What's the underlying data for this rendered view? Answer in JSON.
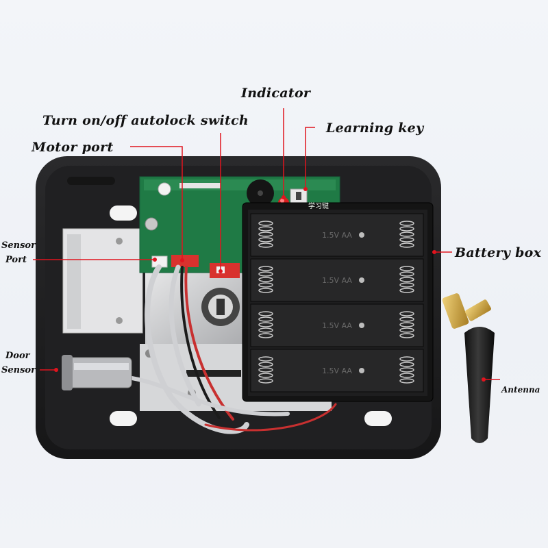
{
  "labels": {
    "indicator": "Indicator",
    "autolock_switch": "Turn on/off autolock switch",
    "learning_key": "Learning key",
    "motor_port": "Motor port",
    "sensor_port_line1": "Sensor",
    "sensor_port_line2": "Port",
    "battery_box": "Battery box",
    "door_sensor_line1": "Door",
    "door_sensor_line2": "Sensor",
    "antenna": "Antenna"
  },
  "board": {
    "learning_key_chinese": "学习键"
  },
  "battery_cells": [
    "1.5V AA",
    "1.5V AA",
    "1.5V AA",
    "1.5V AA"
  ],
  "colors": {
    "leader_line": "#e0141e",
    "housing": "#1c1c1e",
    "pcb": "#1f7a45",
    "connector": "#d8322e",
    "antenna_body": "#1a1a1a",
    "antenna_connector": "#c9a23a"
  }
}
